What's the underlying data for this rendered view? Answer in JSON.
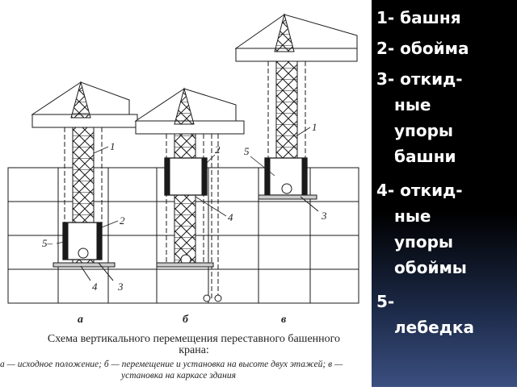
{
  "legend": {
    "items": [
      {
        "lines": [
          "1- башня"
        ]
      },
      {
        "lines": [
          "2- обойма"
        ]
      },
      {
        "lines": [
          "3- откид-",
          "ные",
          "упоры",
          "башни"
        ]
      },
      {
        "lines": [
          "4- откид-",
          "ные",
          "упоры",
          "обоймы"
        ]
      },
      {
        "lines": [
          "5-",
          "лебедка"
        ]
      }
    ]
  },
  "diagram": {
    "caption_title_line1": "Схема вертикального перемещения переставного башенного",
    "caption_title_line2": "крана:",
    "caption_sub_line1": "а — исходное положение; б — перемещение и установка на высоте двух этажей; в —",
    "caption_sub_line2": "установка на каркасе здания",
    "panel_labels": [
      "а",
      "б",
      "в"
    ],
    "labels_a": {
      "l1": "1",
      "l2": "2",
      "l5": "5–",
      "l4": "4",
      "l3": "3"
    },
    "labels_b": {
      "l2": "2",
      "l4": "4"
    },
    "labels_c": {
      "l1": "1",
      "l5": "5",
      "l3": "3"
    }
  },
  "colors": {
    "line": "#1a1a1a",
    "legend_bg": "#000000",
    "legend_text": "#ffffff"
  }
}
